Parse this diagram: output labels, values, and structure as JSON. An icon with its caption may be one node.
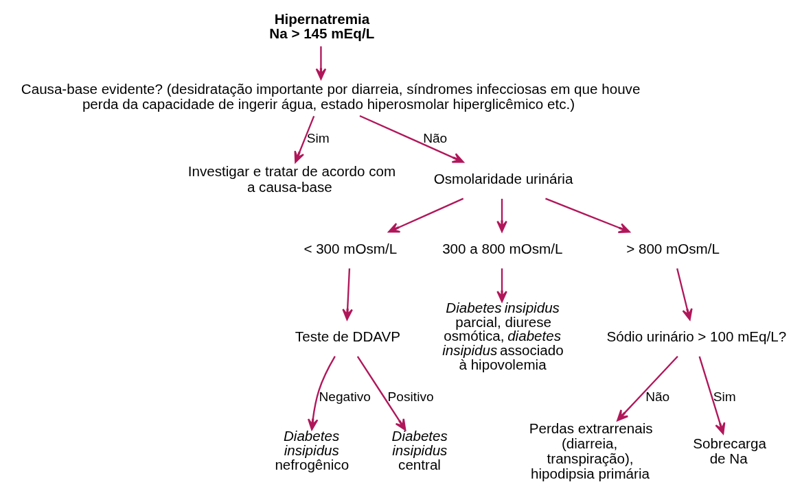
{
  "diagram": {
    "nodes": [
      {
        "text": [
          "Hipernatremia",
          "Na > 145 mEq/L"
        ]
      },
      {
        "text": [
          "Causa-base evidente? (desidratação importante por diarreia, síndromes infecciosas em que houve perda da capacidade de ingerir água, estado hiperosmolar hiperglicêmico etc.)"
        ]
      },
      {
        "text": [
          "Investigar e tratar de acordo com a causa-base"
        ]
      },
      {
        "text": [
          "Osmolaridade urinária"
        ]
      },
      {
        "text": [
          "< 300 mOsm/L"
        ]
      },
      {
        "text": [
          "300 a 800 mOsm/L"
        ]
      },
      {
        "text": [
          "> 800 mOsm/L"
        ]
      },
      {
        "text": [
          "Teste de DDAVP"
        ]
      },
      {
        "text": [
          "*Diabetes insipidus* nefrogênico"
        ]
      },
      {
        "text": [
          "*Diabetes insipidus* central"
        ]
      },
      {
        "text": [
          "*Diabetes insipidus* parcial, diurese osmótica, *diabetes insipidus* associado à hipovolemia"
        ]
      },
      {
        "text": [
          "Sódio urinário > 100 mEq/L?"
        ]
      },
      {
        "text": [
          "Perdas extrarrenais (diarreia, transpiração), hipodipsia primária"
        ]
      },
      {
        "text": [
          "Sobrecarga de Na"
        ]
      }
    ],
    "edges": [
      {
        "from": 0,
        "to": 1,
        "arrow": "to"
      },
      {
        "from": 1,
        "to": 2,
        "arrow": "to",
        "label": "Sim"
      },
      {
        "from": 1,
        "to": 3,
        "arrow": "to",
        "label": "Não"
      },
      {
        "from": 3,
        "to": 4,
        "arrow": "to"
      },
      {
        "from": 3,
        "to": 5,
        "arrow": "to"
      },
      {
        "from": 3,
        "to": 6,
        "arrow": "to"
      },
      {
        "from": 4,
        "to": 7,
        "arrow": "to"
      },
      {
        "from": 5,
        "to": 10,
        "arrow": "to"
      },
      {
        "from": 6,
        "to": 11,
        "arrow": "to"
      },
      {
        "from": 7,
        "to": 8,
        "arrow": "to",
        "label": "Negativo"
      },
      {
        "from": 7,
        "to": 9,
        "arrow": "to",
        "label": "Positivo"
      },
      {
        "from": 11,
        "to": 12,
        "arrow": "to",
        "label": "Não"
      },
      {
        "from": 11,
        "to": 13,
        "arrow": "to",
        "label": "Sim"
      }
    ]
  }
}
